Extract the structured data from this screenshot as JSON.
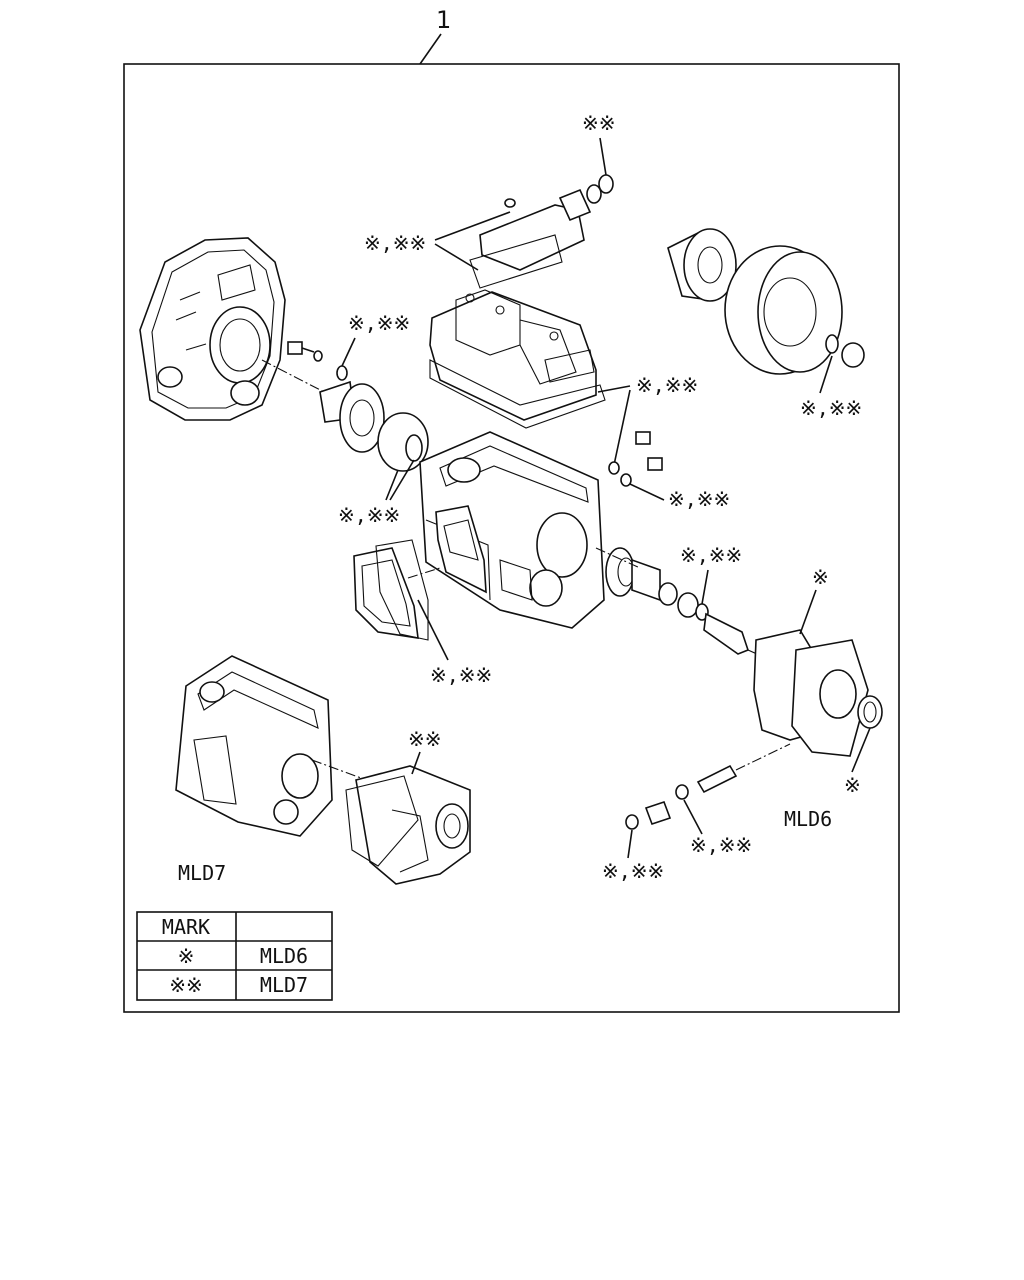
{
  "figure": {
    "item_number": "1",
    "callouts": {
      "c_top_oil_seal": "※※",
      "c_top_cover": "※,※※",
      "c_bell_bolt": "※,※※",
      "c_case_plugs": "※,※※",
      "c_case_drain": "※,※※",
      "c_flywheel": "※,※※",
      "c_bell_seals": "※,※※",
      "c_shaft": "※,※※",
      "c_side_cover": "※,※※",
      "c_rear_gasket": "※",
      "c_rear_seal": "※",
      "c_sensor_ring": "※,※※",
      "c_sensor_plug": "※,※※",
      "c_mld7_gasket": "※※"
    },
    "variant_labels": {
      "mld6": "MLD6",
      "mld7": "MLD7"
    }
  },
  "legend": {
    "header_mark": "MARK",
    "header_blank": "",
    "rows": [
      {
        "mark": "※",
        "model": "MLD6"
      },
      {
        "mark": "※※",
        "model": "MLD7"
      }
    ]
  }
}
